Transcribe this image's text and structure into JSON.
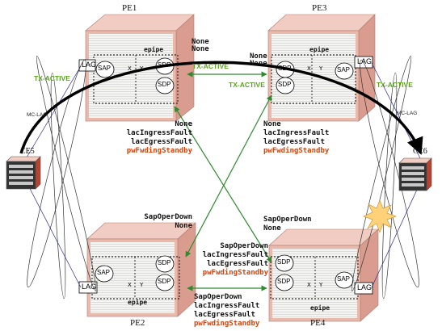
{
  "nodes": {
    "pe1": {
      "name": "PE1",
      "service": "epipe",
      "lag": "LAG",
      "sap": "SAP",
      "sdp": "SDP",
      "x": "X",
      "y": "Y"
    },
    "pe2": {
      "name": "PE2",
      "service": "epipe",
      "lag": "LAG",
      "sap": "SAP",
      "sdp": "SDP",
      "x": "X",
      "y": "Y"
    },
    "pe3": {
      "name": "PE3",
      "service": "epipe",
      "lag": "LAG",
      "sap": "SAP",
      "sdp": "SDP",
      "x": "X",
      "y": "Y"
    },
    "pe4": {
      "name": "PE4",
      "service": "epipe",
      "lag": "LAG",
      "sap": "SAP",
      "sdp": "SDP",
      "x": "X",
      "y": "Y"
    },
    "ce5": {
      "name": "CE5"
    },
    "ce6": {
      "name": "CE6"
    }
  },
  "mc_lag": {
    "left": "MC-LAG",
    "right": "MC-LAG"
  },
  "tx_active": {
    "left": "TX-ACTIVE",
    "right": "TX-ACTIVE",
    "pe1_to_pe3": "TX-ACTIVE",
    "pe3_to_pe1": "TX-ACTIVE"
  },
  "status": {
    "pe1_sdp": [
      "None",
      "None"
    ],
    "pe3_sdp": [
      "None",
      "None"
    ],
    "pe1_left": [
      "None",
      "lacIngressFault",
      "lacEgressFault",
      "pwFwdingStandby"
    ],
    "pe3_left": [
      "None",
      "lacIngressFault",
      "lacEgressFault",
      "pwFwdingStandby"
    ],
    "pe2_top": [
      "SapOperDown",
      "None"
    ],
    "pe4_top": [
      "SapOperDown",
      "None"
    ],
    "pe2_right_top": [
      "SapOperDown",
      "lacIngressFault",
      "lacEgressFault",
      "pwFwdingStandby"
    ],
    "pe2_right_bottom": [
      "SapOperDown",
      "lacIngressFault",
      "lacEgressFault",
      "pwFwdingStandby"
    ]
  },
  "colors": {
    "pe_body": "#e9b9ac",
    "pe_face": "#f3f3f1",
    "tx_active": "#5aa21f",
    "link_green": "#2e8b2e",
    "fault_red": "#d4430c",
    "explosion": "#ffd27a"
  }
}
